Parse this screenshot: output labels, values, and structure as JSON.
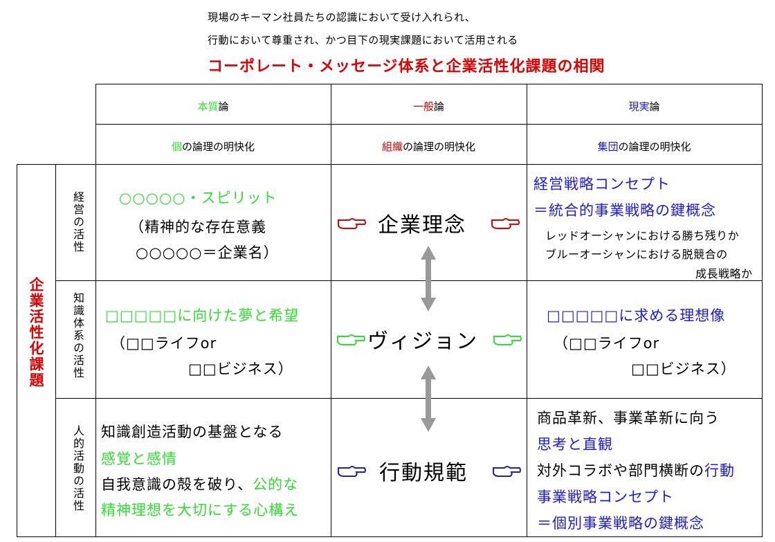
{
  "header": {
    "line1": "現場のキーマン社員たちの認識において受け入れられ、",
    "line2": "行動において尊重され、かつ目下の現実課題において活用される",
    "title": "コーポレート・メッセージ体系と企業活性化課題の相関"
  },
  "columns": [
    {
      "accent": "本質",
      "suffix": "論",
      "sub_accent": "個",
      "sub_suffix": "の論理の明快化"
    },
    {
      "accent": "一般",
      "suffix": "論",
      "sub_accent": "組織",
      "sub_suffix": "の論理の明快化"
    },
    {
      "accent": "現実",
      "suffix": "論",
      "sub_accent": "集団",
      "sub_suffix": "の論理の明快化"
    }
  ],
  "side_label": "企業活性化課題",
  "rows": [
    {
      "label": "経営の活性",
      "left": {
        "line1": "○○○○○・スピリット",
        "line2": "（精神的な存在意義",
        "line3": "○○○○○＝企業名）"
      },
      "center": "企業理念",
      "right": {
        "line1": "経営戦略コンセプト",
        "line2": "＝統合的事業戦略の鍵概念",
        "line3": "レッドオーシャンにおける勝ち残りか",
        "line4": "ブルーオーシャンにおける脱競合の",
        "line5": "成長戦略か"
      }
    },
    {
      "label": "知識体系の活性",
      "left": {
        "line1": "□□□□□に向けた夢と希望",
        "line2": "（□□ライフor",
        "line3": "□□ビジネス）"
      },
      "center": "ヴィジョン",
      "right": {
        "line1": "□□□□□に求める理想像",
        "line2": "（□□ライフor",
        "line3": "□□ビジネス）"
      }
    },
    {
      "label": "人的活動の活性",
      "left": {
        "line1": "知識創造活動の基盤となる",
        "line2": "感覚と感情",
        "line3a": "自我意識の殻を破り、",
        "line3b": "公的な",
        "line4": "精神理想を大切にする心構え"
      },
      "center": "行動規範",
      "right": {
        "line1": "商品革新、事業革新に向う",
        "line2": "思考と直観",
        "line3a": "対外コラボや部門横断の",
        "line3b": "行動",
        "line4": "事業戦略コンセプト",
        "line5": "＝個別事業戦略の鍵概念"
      }
    }
  ],
  "colors": {
    "green": "#2ee02e",
    "blue": "#1a1ae6",
    "red": "#e00000",
    "arrow": "#999999"
  }
}
